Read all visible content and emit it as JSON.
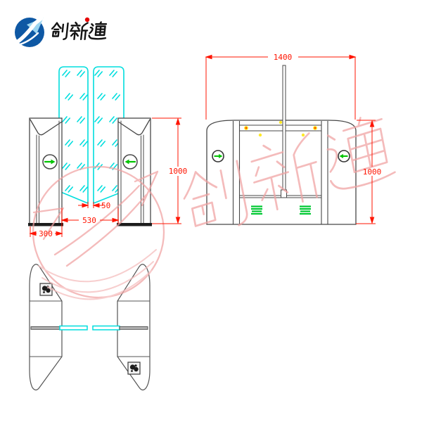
{
  "logo": {
    "brand_text": "创新通",
    "dot_color": "#e60000",
    "circle_color": "#0e58a4",
    "arrow_highlight": "#9ad4f0"
  },
  "watermark": {
    "text": "创新通",
    "color": "#f0a2a2"
  },
  "drawing": {
    "front_view": {
      "height_mm": "1000",
      "wing_gap_mm": "50",
      "lane_width_mm": "530",
      "cabinet_width_mm": "300"
    },
    "side_view": {
      "length_mm": "1400",
      "height_mm": "1000"
    }
  },
  "colors": {
    "outline": "#444444",
    "glass_cyan": "#00dede",
    "dimension_red": "#ff1400",
    "indicator_green": "#00c400",
    "vent_green": "#00c832",
    "led_yellow": "#ffdf00",
    "led_red_core": "#ff2a00",
    "beam_gray": "#b5b5b5"
  },
  "icons": {
    "front_left_indicator": "green-arrow-right",
    "front_right_indicator": "green-arrow-left",
    "side_left_indicator": "green-arrow-right",
    "side_right_indicator": "green-arrow-left",
    "top_view_reader": "card-reader"
  }
}
